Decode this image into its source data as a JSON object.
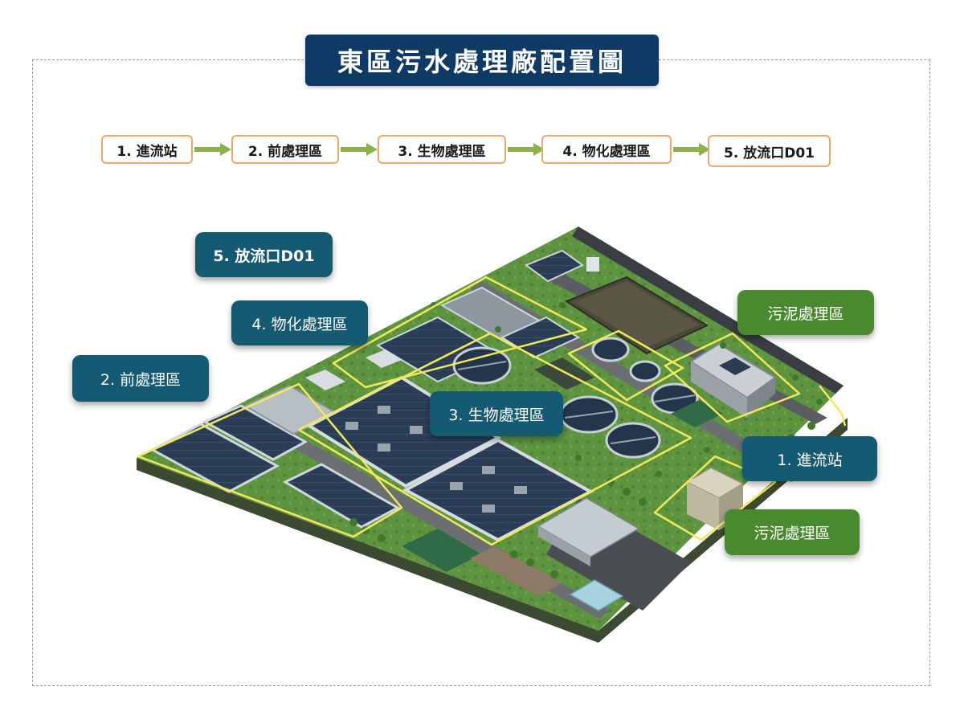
{
  "title": "東區污水處理廠配置圖",
  "flow_steps": [
    "1. 進流站",
    "2. 前處理區",
    "3. 生物處理區",
    "4. 物化處理區",
    "5. 放流口D01"
  ],
  "callouts": {
    "outfall": "5. 放流口D01",
    "physchem": "4. 物化處理區",
    "pretreatment": "2. 前處理區",
    "biological": "3. 生物處理區",
    "sludge_top": "污泥處理區",
    "influent": "1. 進流站",
    "sludge_bottom": "污泥處理區"
  },
  "colors": {
    "title_bg": "#0f3a66",
    "step_border": "#f0a76a",
    "arrow": "#8cb04a",
    "callout_teal": "#135a72",
    "callout_green": "#4a8a2e",
    "zone_outline": "#f2e85a"
  }
}
